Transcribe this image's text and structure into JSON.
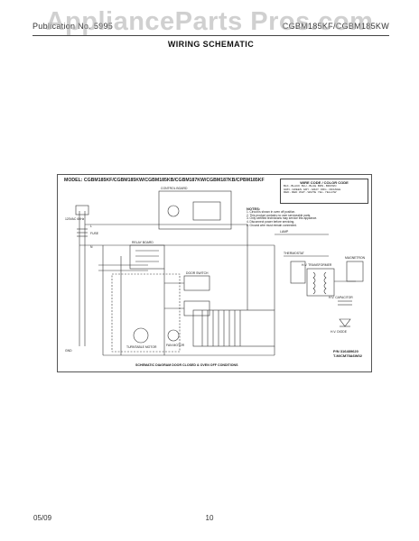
{
  "watermark": "ApplianceParts Pros.com",
  "header": {
    "left": "Publication No. 5995",
    "right": "CGBM185KF/CGBM185KW",
    "title": "WIRING SCHEMATIC"
  },
  "schematic": {
    "model_label": "MODEL: CGBM185KF/CGBM185KW/CGBM185KB/CGBM187KW/CGBM187KB/CPBM185KF",
    "legend_title": "WIRE CODE / COLOR CODE",
    "legend_items": [
      "BLK - BLACK",
      "BLU - BLUE",
      "BRN - BROWN",
      "GRN - GREEN",
      "GRY - GRAY",
      "ORG - ORANGE",
      "RED - RED",
      "WHT - WHITE",
      "YEL - YELLOW"
    ],
    "notes_title": "NOTES:",
    "notes": [
      "1. Circuit is shown in oven off position.",
      "2. This product contains no user serviceable parts.",
      "3. Only certified technicians may service this appliance.",
      "4. Disconnect power before servicing.",
      "5. Ground wire must remain connected."
    ],
    "footer_note": "SCHEMATIC DIAGRAM DOOR CLOSED & OVEN OFF CONDITIONS",
    "part_no": [
      "P/N 316489620",
      "T-M/CM75A6W02"
    ],
    "labels": {
      "outlet": "120VAC 60Hz",
      "line": "L",
      "neutral": "N",
      "fuse": "FUSE",
      "ground": "GND",
      "relay": "RELAY BOARD",
      "magnetron": "MAGNETRON",
      "transformer": "H.V. TRANSFORMER",
      "capacitor": "H.V. CAPACITOR",
      "diode": "H.V. DIODE",
      "door_switch": "DOOR SWITCH",
      "fan": "FAN MOTOR",
      "lamp": "LAMP",
      "thermostat": "THERMOSTAT",
      "control": "CONTROL BOARD",
      "turntable": "TURNTABLE MOTOR"
    }
  },
  "footer": {
    "date": "05/09",
    "page": "10"
  }
}
